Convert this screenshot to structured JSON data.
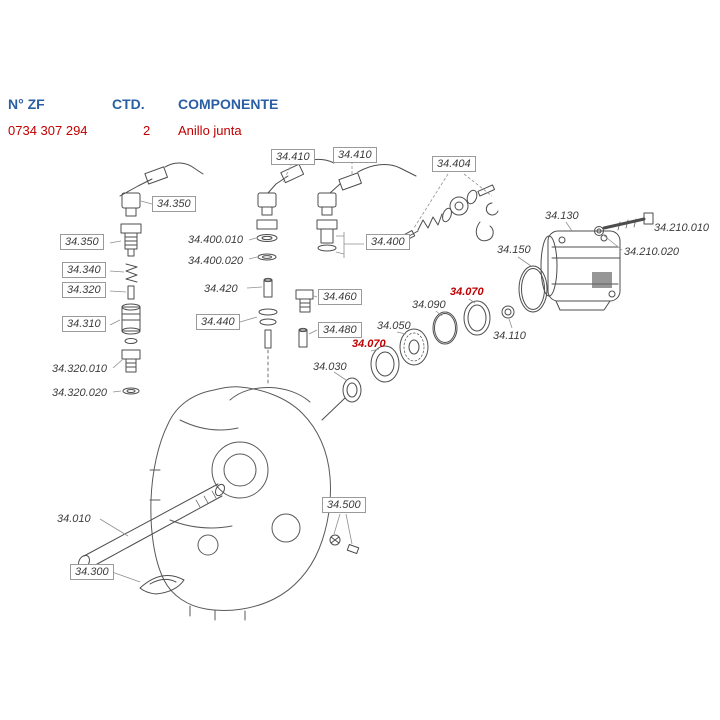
{
  "table": {
    "headers": {
      "zf": "N° ZF",
      "ctd": "CTD.",
      "componente": "COMPONENTE"
    },
    "row": {
      "zf": "0734 307 294",
      "ctd": "2",
      "componente": "Anillo junta"
    }
  },
  "colors": {
    "header_blue": "#2a5fa5",
    "highlight_red": "#c00000",
    "diagram_line": "#4d4d4d",
    "label_text": "#3c3c3c",
    "label_box_border": "#9a9a9a"
  },
  "diagram": {
    "highlighted_part": "34.070",
    "labels": [
      {
        "text": "34.410",
        "boxed": true,
        "highlight": false
      },
      {
        "text": "34.410",
        "boxed": true,
        "highlight": false
      },
      {
        "text": "34.404",
        "boxed": true,
        "highlight": false
      },
      {
        "text": "34.350",
        "boxed": true,
        "highlight": false
      },
      {
        "text": "34.130",
        "boxed": false,
        "highlight": false
      },
      {
        "text": "34.210.010",
        "boxed": false,
        "highlight": false
      },
      {
        "text": "34.350",
        "boxed": true,
        "highlight": false
      },
      {
        "text": "34.400.010",
        "boxed": false,
        "highlight": false
      },
      {
        "text": "34.400",
        "boxed": true,
        "highlight": false
      },
      {
        "text": "34.150",
        "boxed": false,
        "highlight": false
      },
      {
        "text": "34.210.020",
        "boxed": false,
        "highlight": false
      },
      {
        "text": "34.400.020",
        "boxed": false,
        "highlight": false
      },
      {
        "text": "34.340",
        "boxed": true,
        "highlight": false
      },
      {
        "text": "34.320",
        "boxed": true,
        "highlight": false
      },
      {
        "text": "34.420",
        "boxed": false,
        "highlight": false
      },
      {
        "text": "34.460",
        "boxed": true,
        "highlight": false
      },
      {
        "text": "34.070",
        "boxed": false,
        "highlight": true
      },
      {
        "text": "34.090",
        "boxed": false,
        "highlight": false
      },
      {
        "text": "34.310",
        "boxed": true,
        "highlight": false
      },
      {
        "text": "34.440",
        "boxed": true,
        "highlight": false
      },
      {
        "text": "34.480",
        "boxed": true,
        "highlight": false
      },
      {
        "text": "34.050",
        "boxed": false,
        "highlight": false
      },
      {
        "text": "34.110",
        "boxed": false,
        "highlight": false
      },
      {
        "text": "34.070",
        "boxed": false,
        "highlight": true
      },
      {
        "text": "34.320.010",
        "boxed": false,
        "highlight": false
      },
      {
        "text": "34.030",
        "boxed": false,
        "highlight": false
      },
      {
        "text": "34.320.020",
        "boxed": false,
        "highlight": false
      },
      {
        "text": "34.010",
        "boxed": false,
        "highlight": false
      },
      {
        "text": "34.500",
        "boxed": true,
        "highlight": false
      },
      {
        "text": "34.300",
        "boxed": true,
        "highlight": false
      }
    ]
  }
}
